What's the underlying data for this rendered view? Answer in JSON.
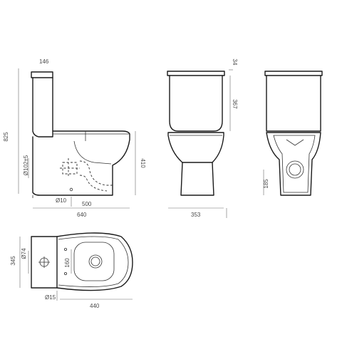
{
  "dimensions": {
    "side_view": {
      "cistern_width": "146",
      "total_height": "825",
      "outlet_diameter": "Ø102±5",
      "fixing_hole": "Ø10",
      "outlet_height": "410",
      "outlet_to_wall": "500",
      "total_depth": "640"
    },
    "front_view": {
      "lid_height": "34",
      "cistern_height": "367",
      "total_width": "353"
    },
    "rear_view": {
      "outlet_center_height": "185"
    },
    "top_view": {
      "inlet_diameter": "Ø74",
      "cistern_depth": "345",
      "fixing_spacing": "160",
      "fixing_hole": "Ø15",
      "bowl_length": "440"
    }
  },
  "colors": {
    "line": "#1a1a1a",
    "dimension": "#6b6b6b",
    "text": "#4a4a4a"
  }
}
